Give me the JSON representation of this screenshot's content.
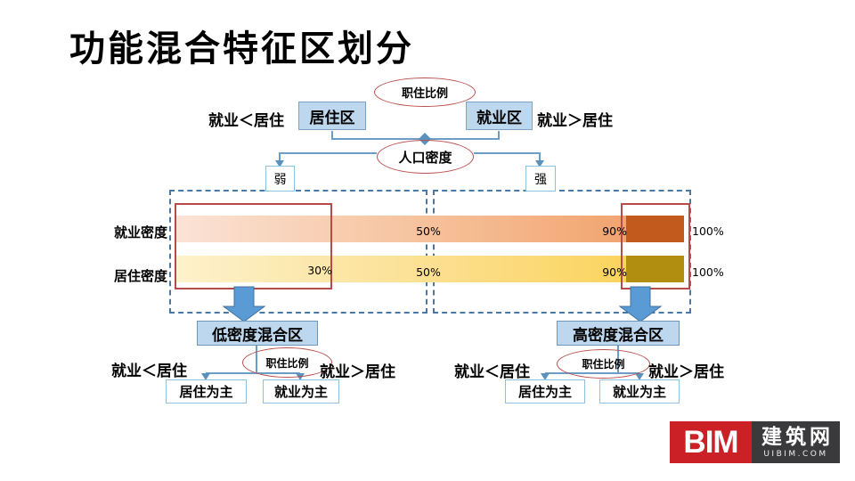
{
  "title": "功能混合特征区划分",
  "flow": {
    "ratio_label": "职住比例",
    "density_label": "人口密度",
    "left_condition": "就业＜居住",
    "right_condition": "就业＞居住",
    "residential_zone": "居住区",
    "employment_zone": "就业区",
    "weak": "弱",
    "strong": "强"
  },
  "bars": {
    "employment_row": "就业密度",
    "residential_row": "居住密度",
    "pct30": "30%",
    "pct50": "50%",
    "pct90": "90%",
    "pct100": "100%"
  },
  "zones": {
    "low": {
      "title": "低密度混合区",
      "ratio_label": "职住比例",
      "left_condition": "就业＜居住",
      "right_condition": "就业＞居住",
      "residential_dominant": "居住为主",
      "employment_dominant": "就业为主"
    },
    "high": {
      "title": "高密度混合区",
      "ratio_label": "职住比例",
      "left_condition": "就业＜居住",
      "right_condition": "就业＞居住",
      "residential_dominant": "居住为主",
      "employment_dominant": "就业为主"
    }
  },
  "logo": {
    "brand": "BIM",
    "site": "建筑网",
    "domain": "UIBIM.COM"
  },
  "colors": {
    "employment_bar_start": "#FBE3D6",
    "employment_bar_end": "#F2A470",
    "employment_bar_dark": "#C2591D",
    "residential_bar_start": "#FDF2CC",
    "residential_bar_end": "#FBD45E",
    "residential_bar_dark": "#B18E0F",
    "flow_box_fill": "#BDD7EE",
    "connector_blue": "#6B9DC6",
    "dashed_border_blue": "#4678A8",
    "highlight_red": "#B84A4A",
    "logo_red": "#CC2027",
    "logo_dark": "#3A393B"
  }
}
